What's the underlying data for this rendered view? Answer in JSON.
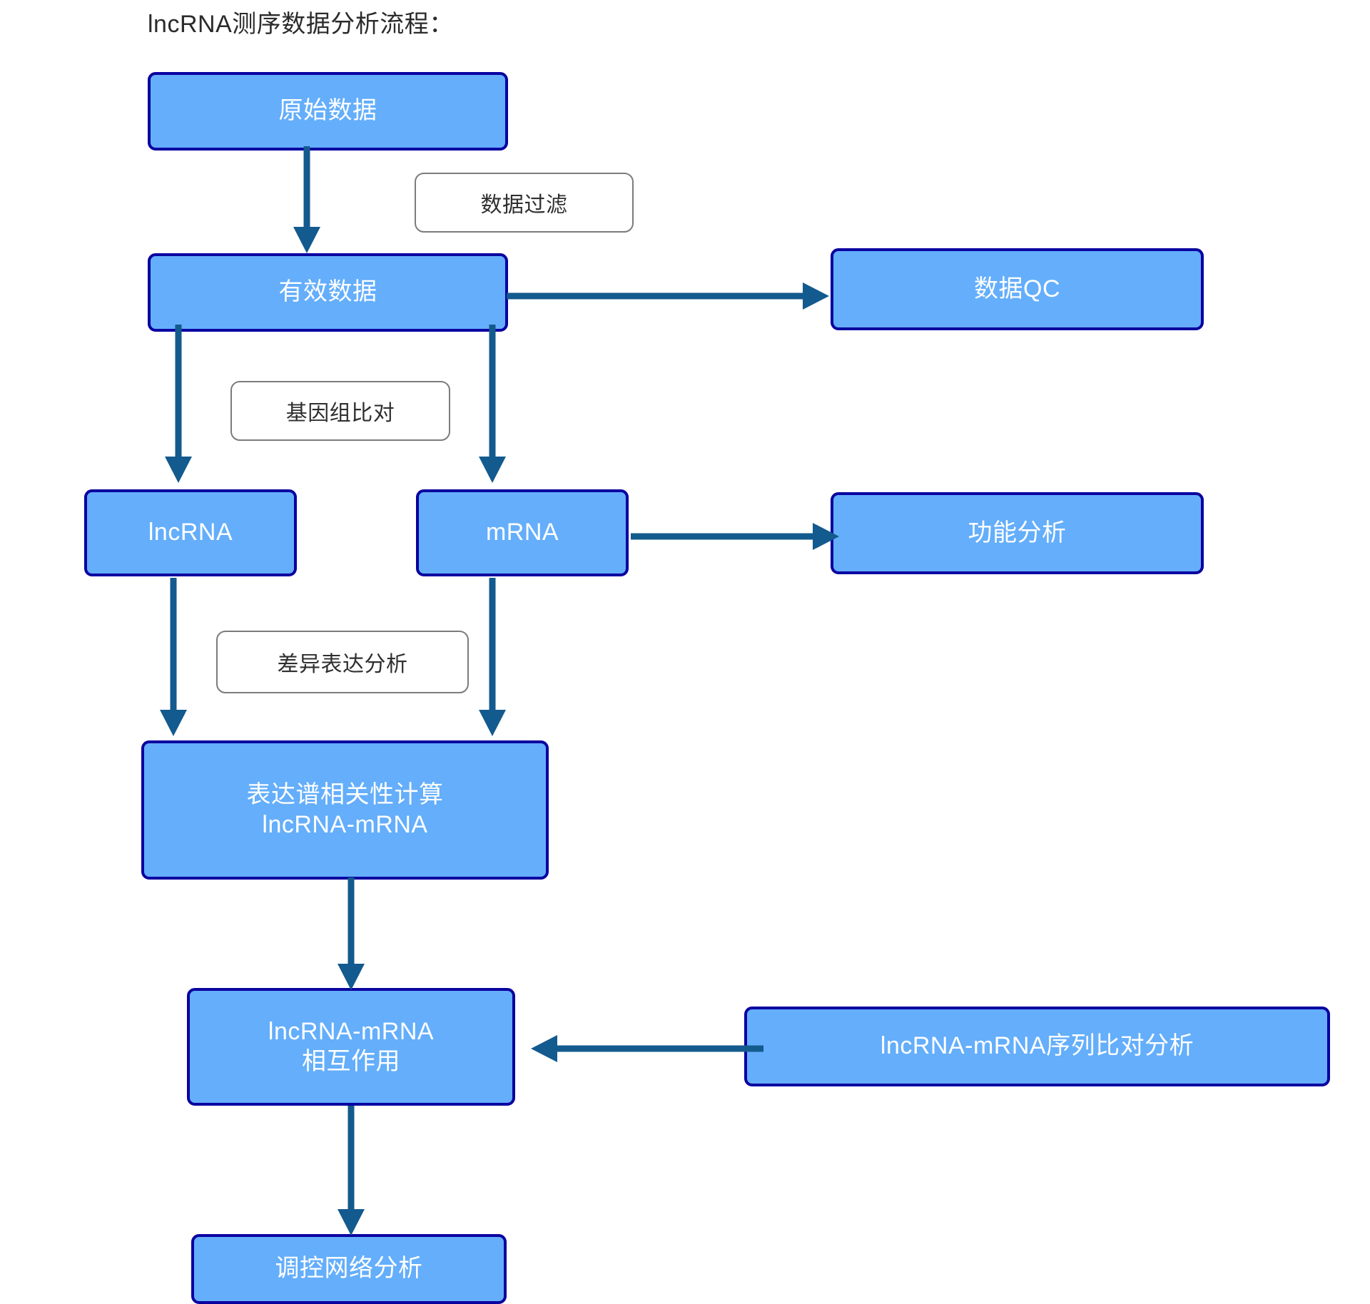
{
  "diagram": {
    "title": "lncRNA测序数据分析流程：",
    "type": "flowchart",
    "colors": {
      "node_fill": "#64AEFB",
      "node_border": "#0A00A0",
      "node_text": "#FFFFFF",
      "label_fill": "#FFFFFF",
      "label_border": "#7C7C7C",
      "label_text": "#2F2F2F",
      "arrow": "#135A8E",
      "background": "#FFFFFF"
    },
    "nodes": [
      {
        "id": "raw",
        "label": "原始数据",
        "lines": [
          "原始数据"
        ]
      },
      {
        "id": "clean",
        "label": "有效数据",
        "lines": [
          "有效数据"
        ]
      },
      {
        "id": "qc",
        "label": "数据QC",
        "lines": [
          "数据QC"
        ]
      },
      {
        "id": "lncrna",
        "label": "lncRNA",
        "lines": [
          "lncRNA"
        ]
      },
      {
        "id": "mrna",
        "label": "mRNA",
        "lines": [
          "mRNA"
        ]
      },
      {
        "id": "func",
        "label": "功能分析",
        "lines": [
          "功能分析"
        ]
      },
      {
        "id": "corr",
        "label": "表达谱相关性计算 lncRNA-mRNA",
        "lines": [
          "表达谱相关性计算",
          "lncRNA-mRNA"
        ]
      },
      {
        "id": "interact",
        "label": "lncRNA-mRNA 相互作用",
        "lines": [
          "lncRNA-mRNA",
          "相互作用"
        ]
      },
      {
        "id": "seqalign",
        "label": "lncRNA-mRNA序列比对分析",
        "lines": [
          "lncRNA-mRNA序列比对分析"
        ]
      },
      {
        "id": "network",
        "label": "调控网络分析",
        "lines": [
          "调控网络分析"
        ]
      }
    ],
    "edge_labels": [
      {
        "id": "filter",
        "text": "数据过滤"
      },
      {
        "id": "align",
        "text": "基因组比对"
      },
      {
        "id": "deg",
        "text": "差异表达分析"
      }
    ],
    "edges": [
      {
        "from": "raw",
        "to": "clean",
        "label": "数据过滤",
        "direction": "down"
      },
      {
        "from": "clean",
        "to": "qc",
        "label": "",
        "direction": "right"
      },
      {
        "from": "clean",
        "to": "lncrna",
        "label": "基因组比对",
        "direction": "down"
      },
      {
        "from": "clean",
        "to": "mrna",
        "label": "",
        "direction": "down"
      },
      {
        "from": "mrna",
        "to": "func",
        "label": "",
        "direction": "right"
      },
      {
        "from": "lncrna",
        "to": "corr",
        "label": "差异表达分析",
        "direction": "down"
      },
      {
        "from": "mrna",
        "to": "corr",
        "label": "",
        "direction": "down"
      },
      {
        "from": "corr",
        "to": "interact",
        "label": "",
        "direction": "down"
      },
      {
        "from": "seqalign",
        "to": "interact",
        "label": "",
        "direction": "left"
      },
      {
        "from": "interact",
        "to": "network",
        "label": "",
        "direction": "down"
      }
    ]
  }
}
